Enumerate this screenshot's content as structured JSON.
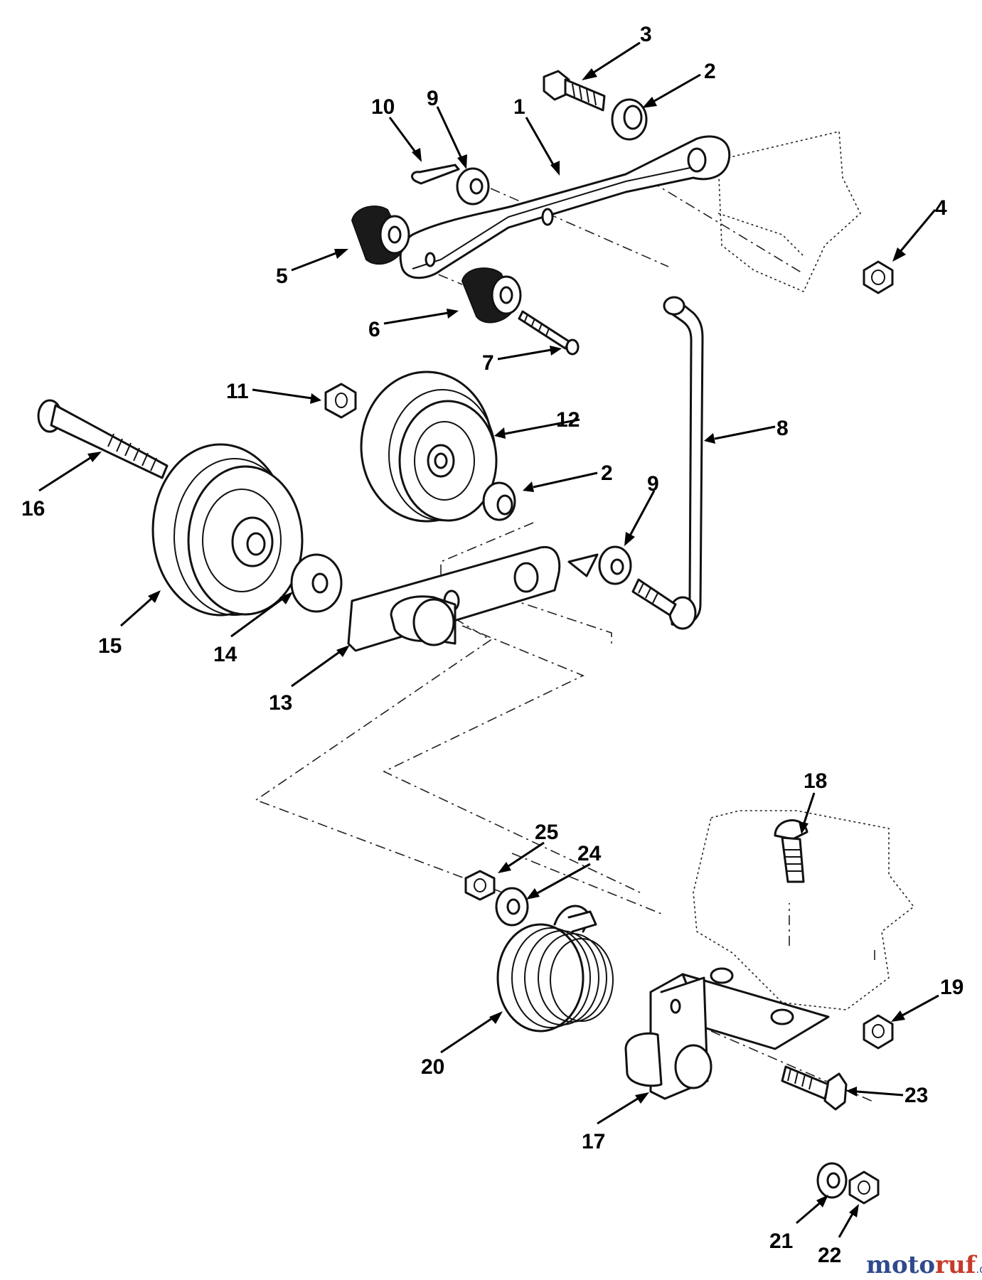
{
  "parts": [
    {
      "id": "label-1",
      "text": "1"
    },
    {
      "id": "label-2a",
      "text": "2"
    },
    {
      "id": "label-2b",
      "text": "2"
    },
    {
      "id": "label-3",
      "text": "3"
    },
    {
      "id": "label-4",
      "text": "4"
    },
    {
      "id": "label-5",
      "text": "5"
    },
    {
      "id": "label-6",
      "text": "6"
    },
    {
      "id": "label-7",
      "text": "7"
    },
    {
      "id": "label-8",
      "text": "8"
    },
    {
      "id": "label-9a",
      "text": "9"
    },
    {
      "id": "label-9b",
      "text": "9"
    },
    {
      "id": "label-10",
      "text": "10"
    },
    {
      "id": "label-11",
      "text": "11"
    },
    {
      "id": "label-12",
      "text": "12"
    },
    {
      "id": "label-13",
      "text": "13"
    },
    {
      "id": "label-14",
      "text": "14"
    },
    {
      "id": "label-15",
      "text": "15"
    },
    {
      "id": "label-16",
      "text": "16"
    },
    {
      "id": "label-17",
      "text": "17"
    },
    {
      "id": "label-18",
      "text": "18"
    },
    {
      "id": "label-19",
      "text": "19"
    },
    {
      "id": "label-20",
      "text": "20"
    },
    {
      "id": "label-21",
      "text": "21"
    },
    {
      "id": "label-22",
      "text": "22"
    },
    {
      "id": "label-23",
      "text": "23"
    },
    {
      "id": "label-24",
      "text": "24"
    },
    {
      "id": "label-25",
      "text": "25"
    }
  ],
  "watermark": {
    "brand_a": "moto",
    "brand_b": "ruf",
    "suffix": ".de"
  }
}
